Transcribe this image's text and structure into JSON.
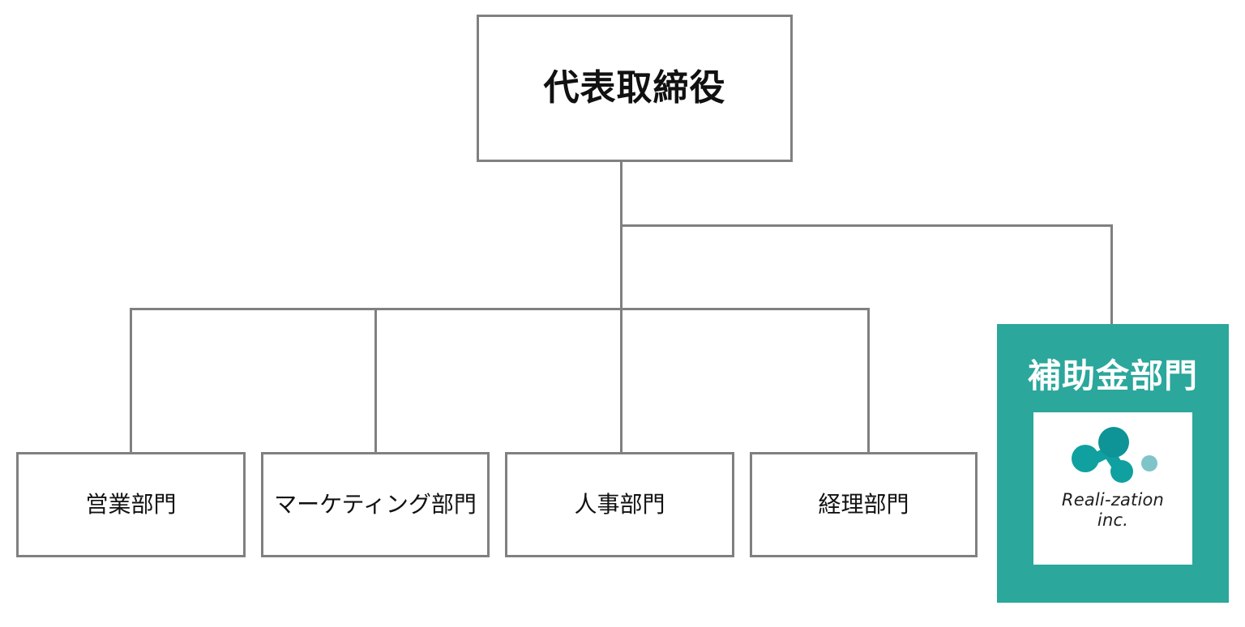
{
  "chart_type": "organization-chart",
  "colors": {
    "line": "#808080",
    "box_border": "#808080",
    "box_background": "#ffffff",
    "text": "#111111",
    "accent_teal": "#2BA79C",
    "logo_teal_dark": "#0E9396",
    "logo_teal": "#11A0A0",
    "logo_dot_light": "#7FC4C8",
    "accent_text": "#ffffff"
  },
  "root": {
    "label": "代表取締役"
  },
  "departments": [
    {
      "label": "営業部門"
    },
    {
      "label": "マーケティング部門"
    },
    {
      "label": "人事部門"
    },
    {
      "label": "経理部門"
    }
  ],
  "highlighted": {
    "label": "補助金部門",
    "logo": {
      "mark_name": "molecule-logo-icon",
      "wordmark_line1": "Reali-zation",
      "wordmark_line2": "inc."
    }
  }
}
